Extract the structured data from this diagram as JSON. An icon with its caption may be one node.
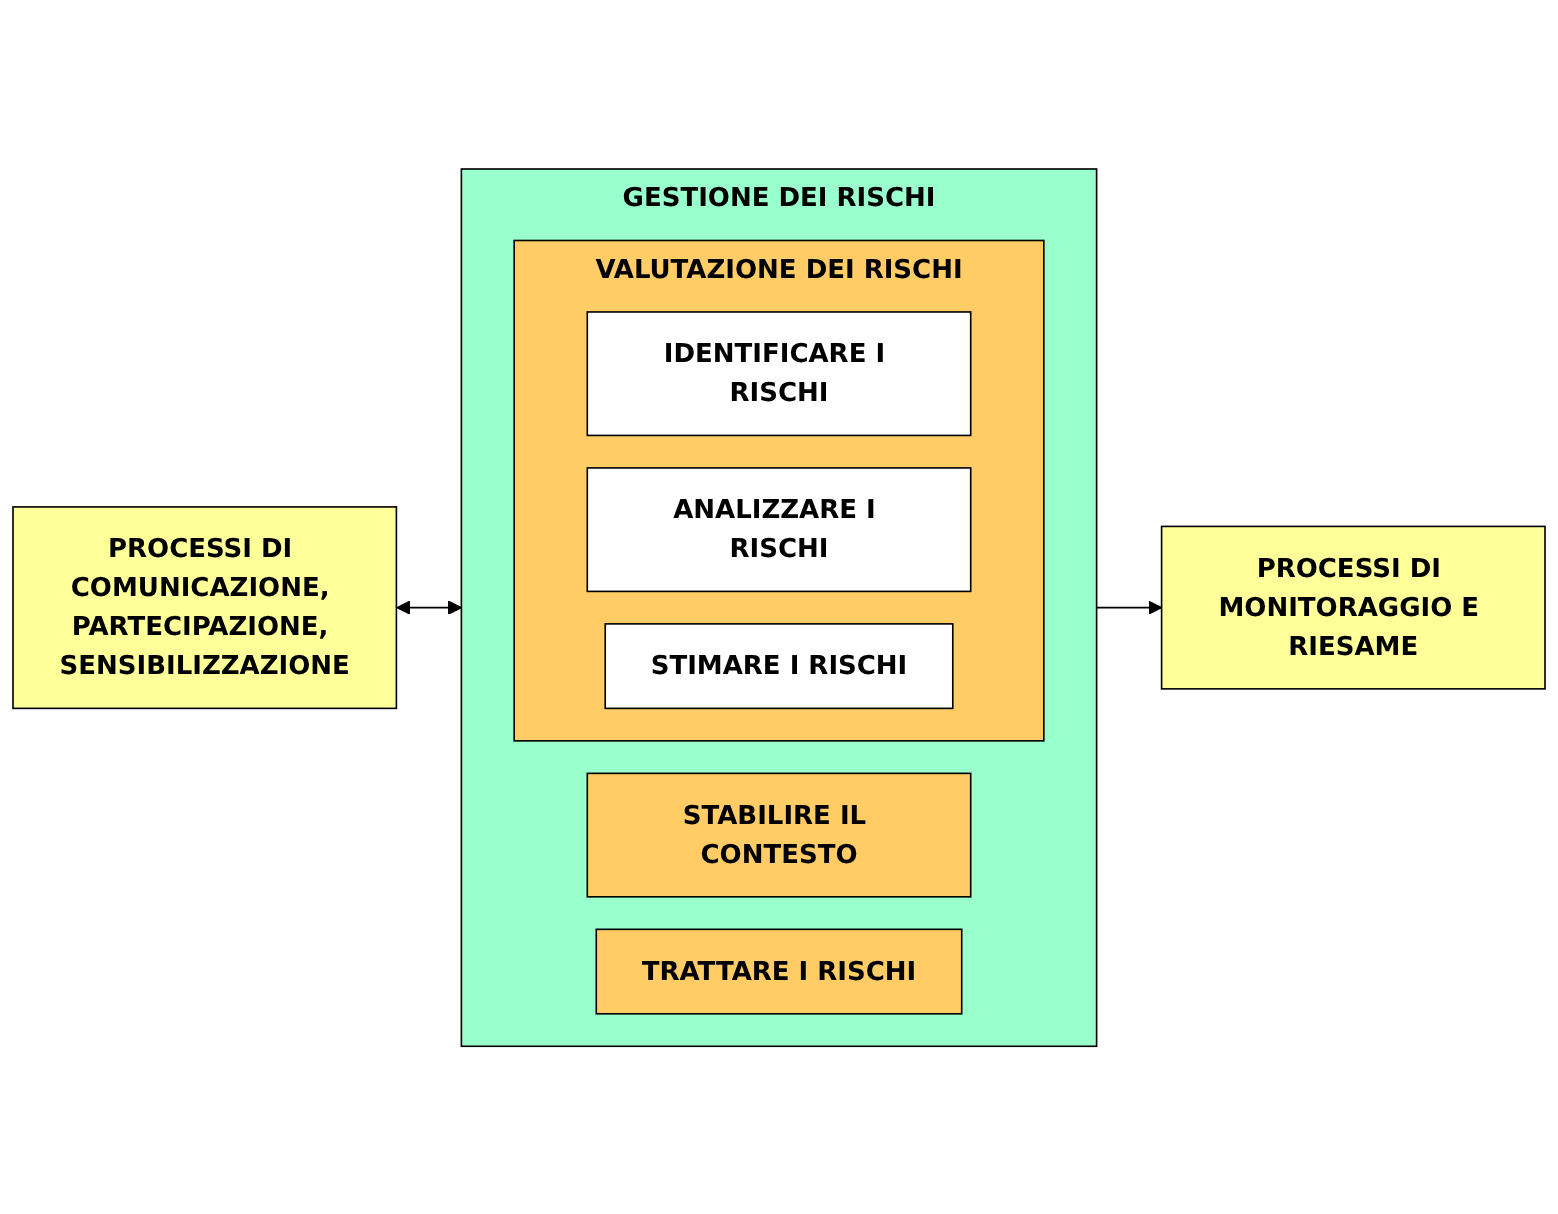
{
  "diagram": {
    "nodes": [
      {
        "text": [
          "PROCESSI DI COMUNICAZIONE, PARTECIPAZIONE, SENSIBILIZZAZIONE"
        ]
      },
      {
        "text": [
          "GESTIONE DEI RISCHI"
        ]
      },
      {
        "text": [
          "STABILIRE IL CONTESTO"
        ],
        "in": 1
      },
      {
        "text": [
          "VALUTAZIONE DEI RISCHI"
        ],
        "in": 1
      },
      {
        "text": [
          "IDENTIFICARE I RISCHI"
        ],
        "in": 3
      },
      {
        "text": [
          "ANALIZZARE I RISCHI"
        ],
        "in": 3
      },
      {
        "text": [
          "STIMARE I RISCHI"
        ],
        "in": 3
      },
      {
        "text": [
          "TRATTARE I RISCHI"
        ],
        "in": 1
      },
      {
        "text": [
          "PROCESSI DI MONITORAGGIO E RIESAME"
        ]
      }
    ],
    "edges": [
      {
        "from": 0,
        "to": 1,
        "arrow": "both"
      },
      {
        "from": 1,
        "to": 8,
        "arrow": "to"
      }
    ]
  }
}
